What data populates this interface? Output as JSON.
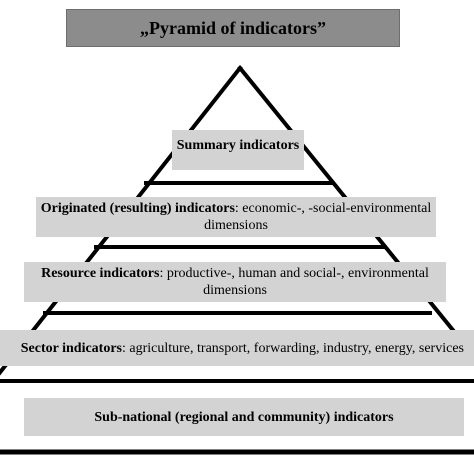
{
  "title": "„Pyramid of indicators”",
  "levels": {
    "summary": {
      "label": "Summary indicators"
    },
    "originated": {
      "bold": "Originated (resulting) indicators",
      "rest": ": economic-, -social-environmental dimensions"
    },
    "resource": {
      "bold": "Resource indicators",
      "rest": ": productive-, human and social-, environmental dimensions"
    },
    "sector": {
      "bold": "Sector indicators",
      "rest": ": agriculture, transport, forwarding, industry, energy, services"
    },
    "subnational": {
      "label": "Sub-national (regional and community) indicators"
    }
  },
  "colors": {
    "title_fill": "#8c8c8c",
    "box_fill": "#d3d3d3",
    "lines": "#000000"
  }
}
